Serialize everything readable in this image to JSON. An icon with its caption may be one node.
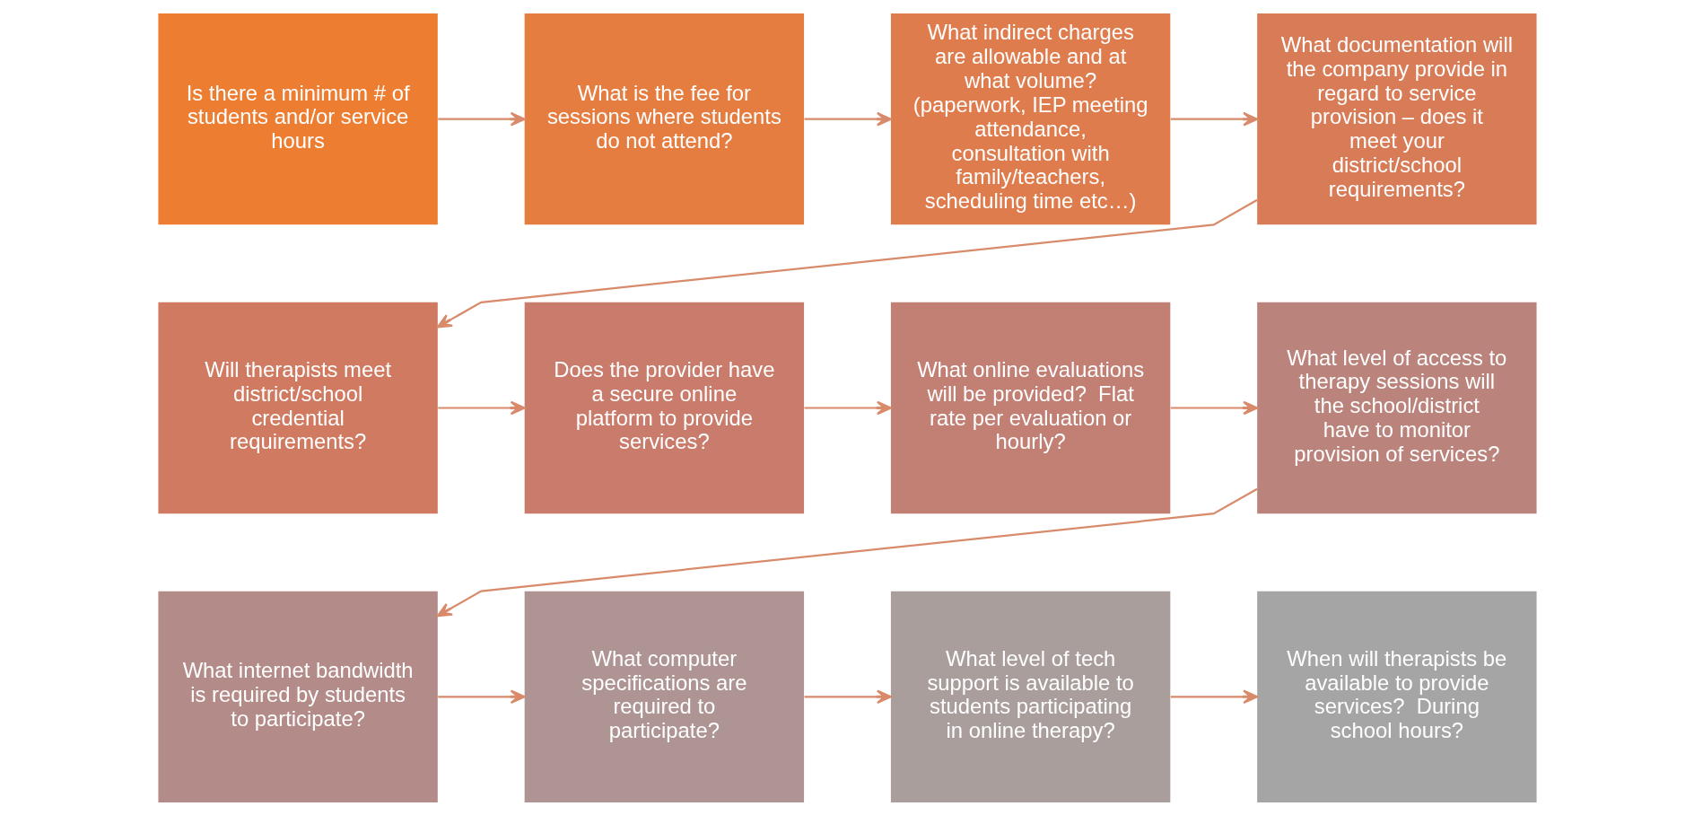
{
  "diagram": {
    "nodes": [
      {
        "text": [
          "Is there a minimum # of students and/or service hours"
        ]
      },
      {
        "text": [
          "What is the fee for sessions where students do not attend?"
        ]
      },
      {
        "text": [
          "What indirect charges are allowable and at what volume? (paperwork, IEP meeting attendance, consultation with family/teachers, scheduling time etc…)"
        ]
      },
      {
        "text": [
          "What documentation will the company provide in regard to service provision – does it meet your district/school requirements?"
        ]
      },
      {
        "text": [
          "Will therapists meet district/school credential requirements?"
        ]
      },
      {
        "text": [
          "Does the provider have a secure online platform to provide services?"
        ]
      },
      {
        "text": [
          "What online evaluations will be provided?  Flat rate per evaluation or hourly?"
        ]
      },
      {
        "text": [
          "What level of access to therapy sessions will the school/district have to monitor provision of services?"
        ]
      },
      {
        "text": [
          "What internet bandwidth is required by students to participate?"
        ]
      },
      {
        "text": [
          "What computer specifications are required to participate?"
        ]
      },
      {
        "text": [
          "What level of tech support is available to students participating in online therapy?"
        ]
      },
      {
        "text": [
          "When will therapists be available to provide services?  During school hours?"
        ]
      }
    ],
    "edges": [
      {
        "from": 0,
        "to": 1,
        "arrow": "to"
      },
      {
        "from": 1,
        "to": 2,
        "arrow": "to"
      },
      {
        "from": 2,
        "to": 3,
        "arrow": "to"
      },
      {
        "from": 3,
        "to": 4,
        "arrow": "to"
      },
      {
        "from": 4,
        "to": 5,
        "arrow": "to"
      },
      {
        "from": 5,
        "to": 6,
        "arrow": "to"
      },
      {
        "from": 6,
        "to": 7,
        "arrow": "to"
      },
      {
        "from": 7,
        "to": 8,
        "arrow": "to"
      },
      {
        "from": 8,
        "to": 9,
        "arrow": "to"
      },
      {
        "from": 9,
        "to": 10,
        "arrow": "to"
      },
      {
        "from": 10,
        "to": 11,
        "arrow": "to"
      }
    ]
  }
}
